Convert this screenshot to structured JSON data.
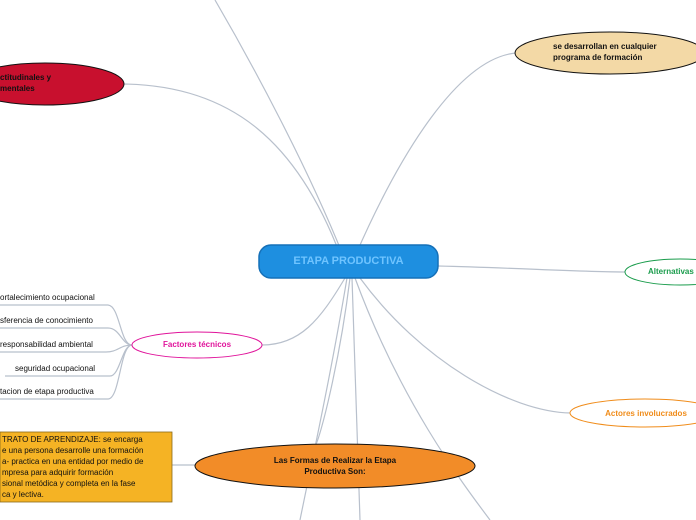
{
  "central": {
    "label": "ETAPA PRODUCTIVA",
    "fill": "#1e8fe0",
    "text_color": "#6fc4ff"
  },
  "nodes": {
    "actitudinales": {
      "lines": [
        "ctitudinales y",
        "mentales"
      ],
      "fill": "#c8102e"
    },
    "programa": {
      "lines": [
        "se desarrollan en cualquier",
        "programa de formación"
      ],
      "fill": "#f3d9a6"
    },
    "alternativas": {
      "label": "Alternativas",
      "color": "#1a9c4c"
    },
    "factores": {
      "label": "Factores técnicos",
      "color": "#e0149b"
    },
    "actores": {
      "label": "Actores involucrados",
      "color": "#f08c1a"
    },
    "formas": {
      "lines": [
        "Las Formas de Realizar la Etapa",
        "Productiva Son:"
      ],
      "fill": "#f28c28"
    }
  },
  "factores_items": [
    "ortalecimiento ocupacional",
    "sferencia de conocimiento",
    "responsabilidad ambiental",
    "seguridad ocupacional",
    "tacion de etapa productiva"
  ],
  "contrato_note": {
    "lines": [
      "TRATO DE APRENDIZAJE: se encarga",
      "e una persona desarrolle una formación",
      "a- practica en una entidad por medio de",
      "mpresa para adquirir formación",
      "sional metódica y completa en la fase",
      "ca y lectiva."
    ],
    "fill": "#f5b324"
  },
  "colors": {
    "connector": "#b8c0cc"
  }
}
